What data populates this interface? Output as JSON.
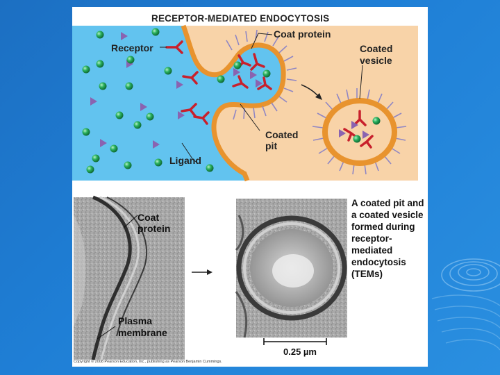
{
  "diagram": {
    "title": "RECEPTOR-MEDIATED ENDOCYTOSIS",
    "labels": {
      "coat_protein": "Coat protein",
      "coated_vesicle": "Coated vesicle",
      "receptor": "Receptor",
      "coated_pit": "Coated pit",
      "ligand": "Ligand"
    }
  },
  "micrograph": {
    "labels": {
      "coat_protein": "Coat protein",
      "plasma_membrane": "Plasma membrane"
    },
    "scale_bar": "0.25 µm",
    "caption": "A coated pit and a coated vesicle formed during receptor-mediated endocytosis (TEMs)"
  },
  "copyright": "Copyright © 2008 Pearson Education, Inc., publishing as Pearson Benjamin Cummings.",
  "colors": {
    "extracellular": "#62c3ef",
    "cytoplasm": "#f8d3a8",
    "membrane": "#e8932e",
    "receptor": "#c8202c",
    "ligand_sphere": "#1fa55a",
    "ligand_triangle": "#8a63b0",
    "coat_protein": "#8f86c4"
  }
}
